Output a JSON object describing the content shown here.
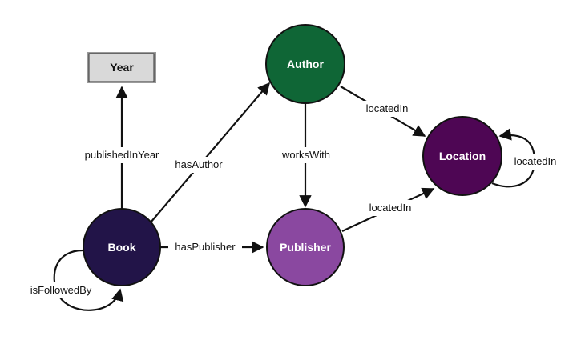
{
  "nodes": {
    "year": {
      "label": "Year",
      "color": "#d9d9d9"
    },
    "author": {
      "label": "Author",
      "color": "#0f6636"
    },
    "location": {
      "label": "Location",
      "color": "#4e0654"
    },
    "book": {
      "label": "Book",
      "color": "#221448"
    },
    "publisher": {
      "label": "Publisher",
      "color": "#8a48a0"
    }
  },
  "edges": {
    "book_year": "publishedInYear",
    "book_author": "hasAuthor",
    "book_publisher": "hasPublisher",
    "book_book": "isFollowedBy",
    "author_location": "locatedIn",
    "author_publisher": "worksWith",
    "publisher_location": "locatedIn",
    "location_location": "locatedIn"
  }
}
